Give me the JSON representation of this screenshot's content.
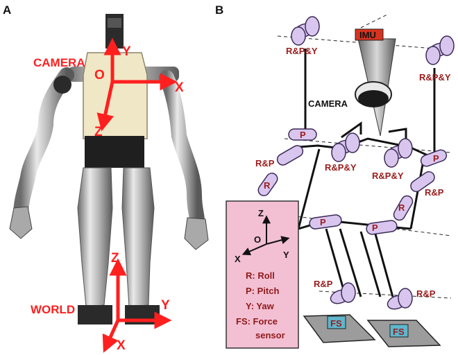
{
  "panel_a": {
    "letter": "A",
    "camera_label": "CAMERA",
    "world_label": "WORLD",
    "camera_axes": {
      "origin": "O",
      "x": "X",
      "y": "Y",
      "z": "Z"
    },
    "world_axes": {
      "x": "X",
      "y": "Y",
      "z": "Z"
    }
  },
  "panel_b": {
    "letter": "B",
    "imu_label": "IMU",
    "camera_label": "CAMERA",
    "joint_labels": {
      "head_left": "R&P&Y",
      "head_right": "R&P&Y",
      "hip_left": "R&P&Y",
      "hip_right": "R&P&Y",
      "shoulder_left": "R&P",
      "elbow_left": "R",
      "upper_left": "P",
      "wrist_right_p": "P",
      "wrist_right_rp": "R&P",
      "elbow_right": "R",
      "knee_left": "P",
      "knee_right": "P",
      "ankle_left": "R&P",
      "ankle_right": "R&P",
      "fs_left": "FS",
      "fs_right": "FS"
    },
    "legend": {
      "axes": {
        "origin": "O",
        "x": "X",
        "y": "Y",
        "z": "Z"
      },
      "items": [
        "R: Roll",
        "P: Pitch",
        "Y: Yaw",
        "FS: Force",
        "sensor"
      ]
    }
  },
  "colors": {
    "axis_red": "#ff1f1f",
    "joint_fill": "#d9c6ef",
    "joint_stroke": "#3a2a55",
    "imu_fill": "#d8331f",
    "legend_fill": "#f3bfd3",
    "foot_fill": "#9c9c9c",
    "joint_text": "#9b1c1c"
  }
}
